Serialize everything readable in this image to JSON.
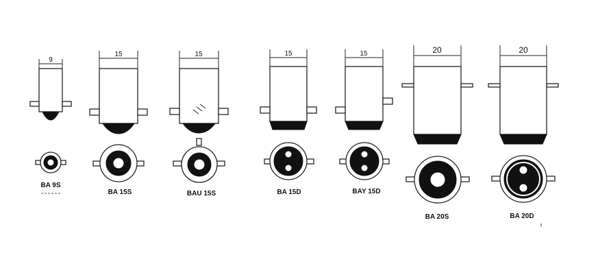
{
  "bases": [
    {
      "label": "BA 9S",
      "dimension": "9"
    },
    {
      "label": "BA 15S",
      "dimension": "15"
    },
    {
      "label": "BAU 15S",
      "dimension": "15"
    },
    {
      "label": "BA 15D",
      "dimension": "15"
    },
    {
      "label": "BAY 15D",
      "dimension": "15"
    },
    {
      "label": "BA 20S",
      "dimension": "20"
    },
    {
      "label": "BA 20D",
      "dimension": "20"
    }
  ],
  "colors": {
    "line": "#222222",
    "fill_dark": "#111111",
    "background": "#ffffff"
  },
  "icons": [
    "bulb-base-side-view",
    "bulb-base-bottom-view"
  ]
}
